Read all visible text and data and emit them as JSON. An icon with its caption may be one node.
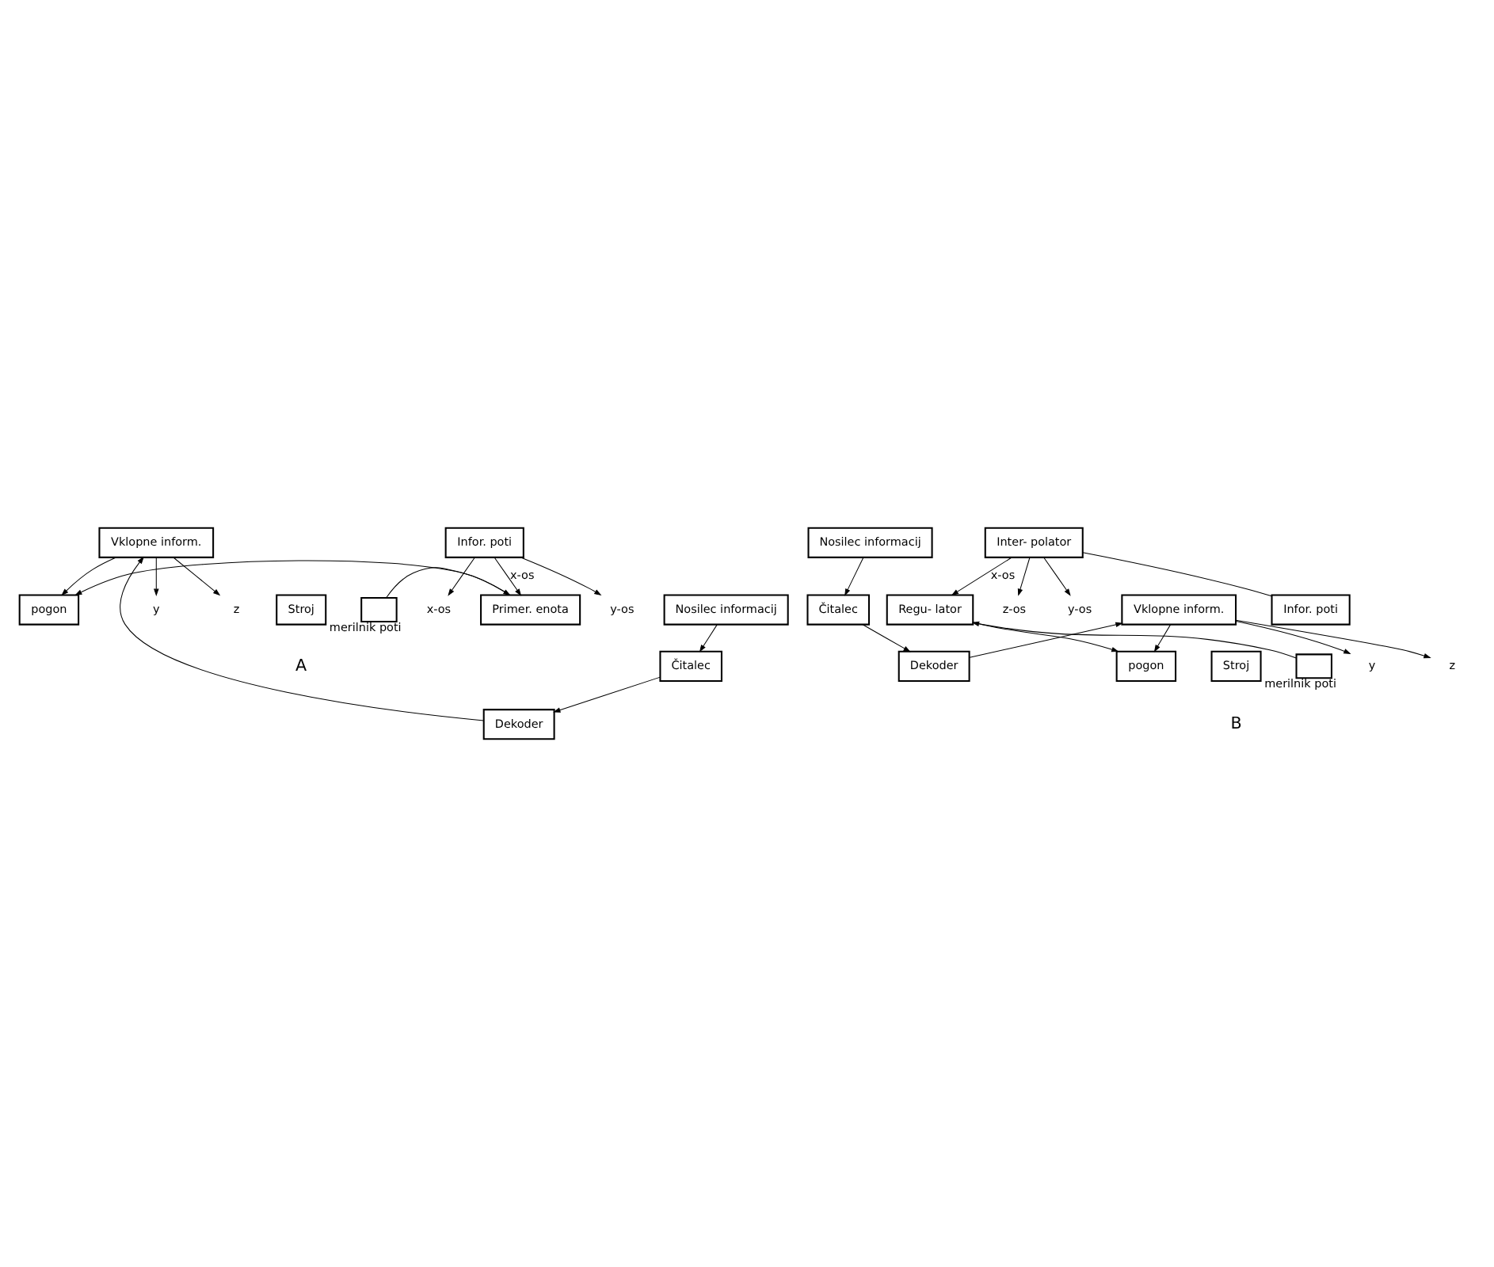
{
  "diagram": {
    "nodes": [
      {
        "text": [
          "Nosilec informacij"
        ]
      },
      {
        "text": [
          "Čitalec"
        ]
      },
      {
        "text": [
          "Dekoder"
        ]
      },
      {
        "text": [
          "Vklopne inform."
        ]
      },
      {
        "text": [
          "Infor. poti"
        ]
      },
      {
        "text": [
          "y"
        ]
      },
      {
        "text": [
          "z"
        ]
      },
      {
        "text": [
          "y-os"
        ]
      },
      {
        "text": [
          "x-os"
        ]
      },
      {
        "text": [
          "Primer. enota"
        ]
      },
      {
        "text": [
          "pogon"
        ]
      },
      {
        "text": [
          "Stroj"
        ]
      },
      {
        "text": [],
        "shape": "box",
        "beside": [
          "merilnik poti"
        ]
      },
      {
        "text": [
          "Nosilec informacij"
        ]
      },
      {
        "text": [
          "Čitalec"
        ]
      },
      {
        "text": [
          "Dekoder"
        ]
      },
      {
        "text": [
          "Vklopne inform."
        ]
      },
      {
        "text": [
          "Infor. poti"
        ]
      },
      {
        "text": [
          "y"
        ]
      },
      {
        "text": [
          "z"
        ]
      },
      {
        "text": [
          "Inter- polator"
        ]
      },
      {
        "text": [
          "y-os"
        ]
      },
      {
        "text": [
          "z-os"
        ]
      },
      {
        "text": [
          "Regu- lator"
        ]
      },
      {
        "text": [
          "pogon"
        ]
      },
      {
        "text": [
          "Stroj"
        ]
      },
      {
        "text": [],
        "shape": "box",
        "beside": [
          "merilnik poti"
        ]
      }
    ],
    "edges": [
      {
        "from": 0,
        "to": 1,
        "arrow": "to"
      },
      {
        "from": 1,
        "to": 2,
        "arrow": "to"
      },
      {
        "from": 2,
        "to": 3,
        "arrow": "to"
      },
      {
        "from": 3,
        "to": 10,
        "arrow": "to"
      },
      {
        "from": 3,
        "to": 5,
        "arrow": "to"
      },
      {
        "from": 3,
        "to": 6,
        "arrow": "to"
      },
      {
        "from": 4,
        "to": 9,
        "arrow": "to",
        "label": "x-os"
      },
      {
        "from": 4,
        "to": 8,
        "arrow": "to"
      },
      {
        "from": 4,
        "to": 7,
        "arrow": "to"
      },
      {
        "from": 9,
        "to": 10,
        "arrow": "to"
      },
      {
        "from": 12,
        "to": 9,
        "arrow": "to"
      },
      {
        "from": 13,
        "to": 14,
        "arrow": "to"
      },
      {
        "from": 14,
        "to": 15,
        "arrow": "to"
      },
      {
        "from": 15,
        "to": 16,
        "arrow": "to"
      },
      {
        "from": 16,
        "to": 24,
        "arrow": "to"
      },
      {
        "from": 16,
        "to": 18,
        "arrow": "to"
      },
      {
        "from": 16,
        "to": 19,
        "arrow": "to"
      },
      {
        "from": 17,
        "to": 20,
        "arrow": "none"
      },
      {
        "from": 20,
        "to": 23,
        "arrow": "to",
        "label": "x-os"
      },
      {
        "from": 20,
        "to": 21,
        "arrow": "to"
      },
      {
        "from": 20,
        "to": 22,
        "arrow": "to"
      },
      {
        "from": 23,
        "to": 24,
        "arrow": "to"
      },
      {
        "from": 26,
        "to": 23,
        "arrow": "to"
      }
    ],
    "labels": [
      "A",
      "B"
    ]
  }
}
